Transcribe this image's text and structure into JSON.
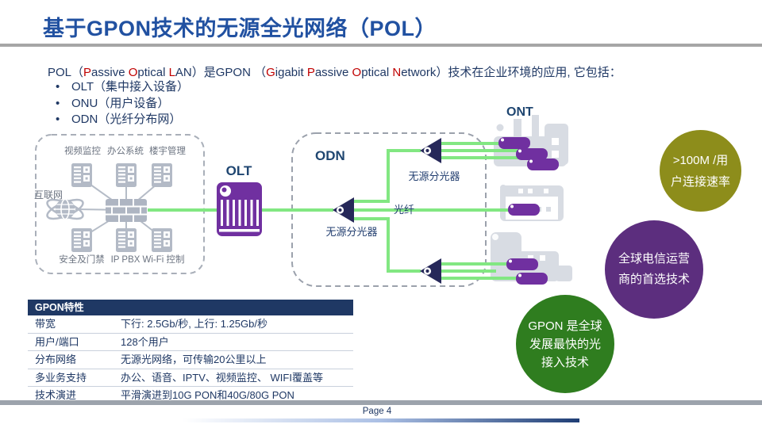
{
  "colors": {
    "red": "#C00000",
    "navy": "#1F3864",
    "title_blue": "#2151A1",
    "fiber_green": "#82E782",
    "device_purple": "#7030A0"
  },
  "header": {
    "title": "基于GPON技术的无源全光网络（POL）"
  },
  "intro": {
    "segments": [
      {
        "t": "POL（"
      },
      {
        "t": "P",
        "red": true
      },
      {
        "t": "assive "
      },
      {
        "t": "O",
        "red": true
      },
      {
        "t": "ptical "
      },
      {
        "t": "L",
        "red": true
      },
      {
        "t": "AN）是GPON （"
      },
      {
        "t": "G",
        "red": true
      },
      {
        "t": "igabit "
      },
      {
        "t": "P",
        "red": true
      },
      {
        "t": "assive "
      },
      {
        "t": "O",
        "red": true
      },
      {
        "t": "ptical "
      },
      {
        "t": "N",
        "red": true
      },
      {
        "t": "etwork）技术在企业环境的应用, 它包括："
      }
    ],
    "bullets": [
      "OLT（集中接入设备）",
      "ONU（用户设备）",
      "ODN（光纤分布网）"
    ]
  },
  "diagram": {
    "enterprise": {
      "top_labels": [
        "视频监控",
        "办公系统",
        "楼宇管理"
      ],
      "internet_label": "互联网",
      "bottom_labels": [
        "安全及门禁",
        "IP PBX",
        "Wi-Fi 控制"
      ]
    },
    "olt_label": "OLT",
    "odn_label": "ODN",
    "ont_label": "ONT",
    "splitter_top_label": "无源分光器",
    "splitter_center_label": "无源分光器",
    "fiber_label": "光纤"
  },
  "highlights": {
    "speed": {
      "lines": [
        ">100M /用",
        "户连接速率"
      ],
      "color": "#8D8D1B"
    },
    "operators": {
      "lines": [
        "全球电信运营",
        "商的首选技术"
      ],
      "color": "#5C2E7E"
    },
    "growth": {
      "lines": [
        "GPON 是全球",
        "发展最快的光",
        "接入技术"
      ],
      "color": "#2F7D1F"
    }
  },
  "table": {
    "header": "GPON特性",
    "rows": [
      {
        "label": "带宽",
        "value": "下行: 2.5Gb/秒, 上行: 1.25Gb/秒"
      },
      {
        "label": "用户/端口",
        "value": "128个用户"
      },
      {
        "label": "分布网络",
        "value": "无源光网络，可传输20公里以上"
      },
      {
        "label": "多业务支持",
        "value": "办公、语音、IPTV、视频监控、 WIFI覆盖等"
      },
      {
        "label": "技术演进",
        "value": "平滑演进到10G PON和40G/80G PON"
      }
    ]
  },
  "footer": {
    "page_label": "Page 4"
  }
}
